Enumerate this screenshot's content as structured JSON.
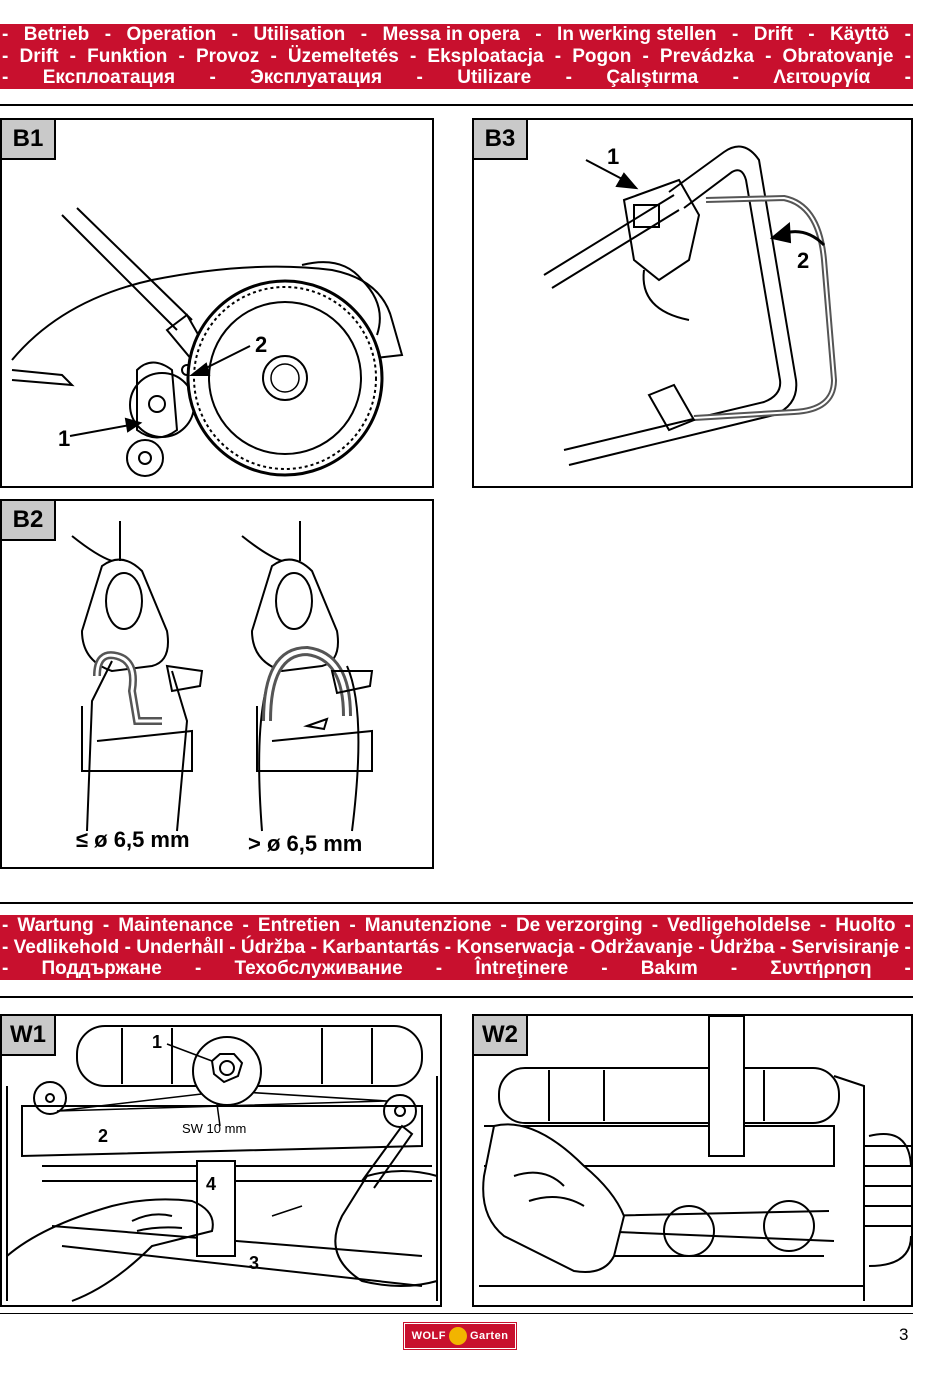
{
  "operation_banner": {
    "line1": [
      "-",
      "Betrieb",
      "-",
      "Operation",
      "-",
      "Utilisation",
      "-",
      "Messa in opera",
      "-",
      "In werking stellen",
      "-",
      "Drift",
      "-",
      "Käyttö",
      "-"
    ],
    "line2": [
      "-",
      "Drift",
      "-",
      "Funktion",
      "-",
      "Provoz",
      "-",
      "Üzemeltetés",
      "-",
      "Eksploatacja",
      "-",
      "Pogon",
      "-",
      "Prevádzka",
      "-",
      "Obratovanje",
      "-"
    ],
    "line3": [
      "-",
      "Експлоатация",
      "-",
      "Эксплуатация",
      "-",
      "Utilizare",
      "-",
      "Çalıştırma",
      "-",
      "Λειτουργία",
      "-"
    ]
  },
  "maintenance_banner": {
    "line1": [
      "-",
      "Wartung",
      "-",
      "Maintenance",
      "-",
      "Entretien",
      "-",
      "Manutenzione",
      "-",
      "De verzorging",
      "-",
      "Vedligeholdelse",
      "-",
      "Huolto",
      "-"
    ],
    "line2": [
      "-",
      "Vedlikehold",
      "-",
      "Underhåll",
      "-",
      "Údržba",
      "-",
      "Karbantartás",
      "-",
      "Konserwacja",
      "-",
      "Održavanje",
      "-",
      "Údržba",
      "-",
      "Servisiranje",
      "-"
    ],
    "line3": [
      "-",
      "Поддържане",
      "-",
      "Техобслуживание",
      "-",
      "Întreţinere",
      "-",
      "Bakım",
      "-",
      "Συντήρηση",
      "-"
    ]
  },
  "panels": {
    "b1": {
      "label": "B1",
      "callout1": "1",
      "callout2": "2"
    },
    "b2": {
      "label": "B2",
      "caption_left": "≤ ø 6,5 mm",
      "caption_right": "> ø 6,5 mm"
    },
    "b3": {
      "label": "B3",
      "callout1": "1",
      "callout2": "2"
    },
    "w1": {
      "label": "W1",
      "callout1": "1",
      "callout2": "2",
      "callout3": "3",
      "callout4": "4",
      "wrench_size": "SW 10 mm"
    },
    "w2": {
      "label": "W2"
    }
  },
  "footer": {
    "logo_left": "WOLF",
    "logo_right": "Garten",
    "page_number": "3"
  },
  "colors": {
    "brand_red": "#c8102e",
    "label_gray": "#c9c9c9"
  }
}
